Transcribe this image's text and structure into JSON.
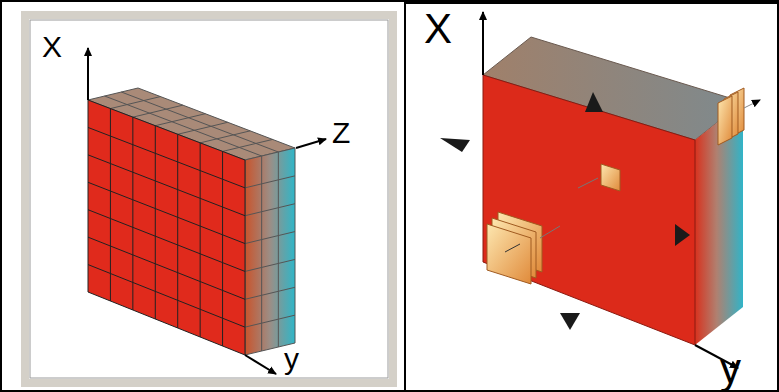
{
  "diagram": {
    "labels": [
      "X",
      "Z",
      "y",
      "X",
      "y"
    ]
  }
}
